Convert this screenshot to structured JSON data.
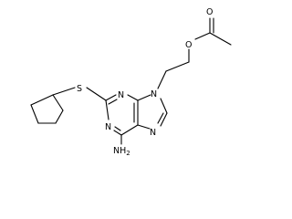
{
  "molecule": {
    "atoms": {
      "s": "S",
      "n1": "N",
      "n3": "N",
      "n7": "N",
      "n9": "N",
      "o_ester": "O",
      "o_carbonyl": "O",
      "nh2_main": "NH",
      "nh2_sub": "2"
    }
  }
}
